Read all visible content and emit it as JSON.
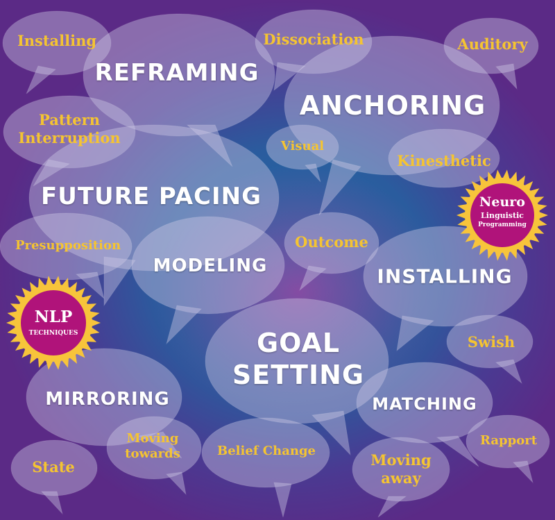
{
  "colors": {
    "background": "#5b2a86",
    "center_glow": "#1f6fa8",
    "bubble_fill": "#c7c8dc",
    "term_small": "#f5c431",
    "term_large": "#ffffff",
    "seal_fill": "#b0137a",
    "seal_rays": "#f7c43b"
  },
  "terms": {
    "installing_small": "Installing",
    "reframing": "REFRAMING",
    "dissociation": "Dissociation",
    "auditory": "Auditory",
    "anchoring": "ANCHORING",
    "pattern_interruption": "Pattern Interruption",
    "visual": "Visual",
    "kinesthetic": "Kinesthetic",
    "future_pacing": "FUTURE PACING",
    "presupposition": "Presupposition",
    "modeling": "MODELING",
    "outcome": "Outcome",
    "installing_large": "INSTALLING",
    "goal_setting": "GOAL SETTING",
    "swish": "Swish",
    "mirroring": "MIRRORING",
    "matching": "MATCHING",
    "moving_towards": "Moving towards",
    "rapport": "Rapport",
    "belief_change": "Belief Change",
    "moving_away": "Moving away",
    "state": "State"
  },
  "seals": {
    "neuro": {
      "line1": "Neuro",
      "line2": "Linguistic",
      "line3": "Programming"
    },
    "nlp": {
      "line1": "NLP",
      "line2": "TECHNIQUES"
    }
  }
}
